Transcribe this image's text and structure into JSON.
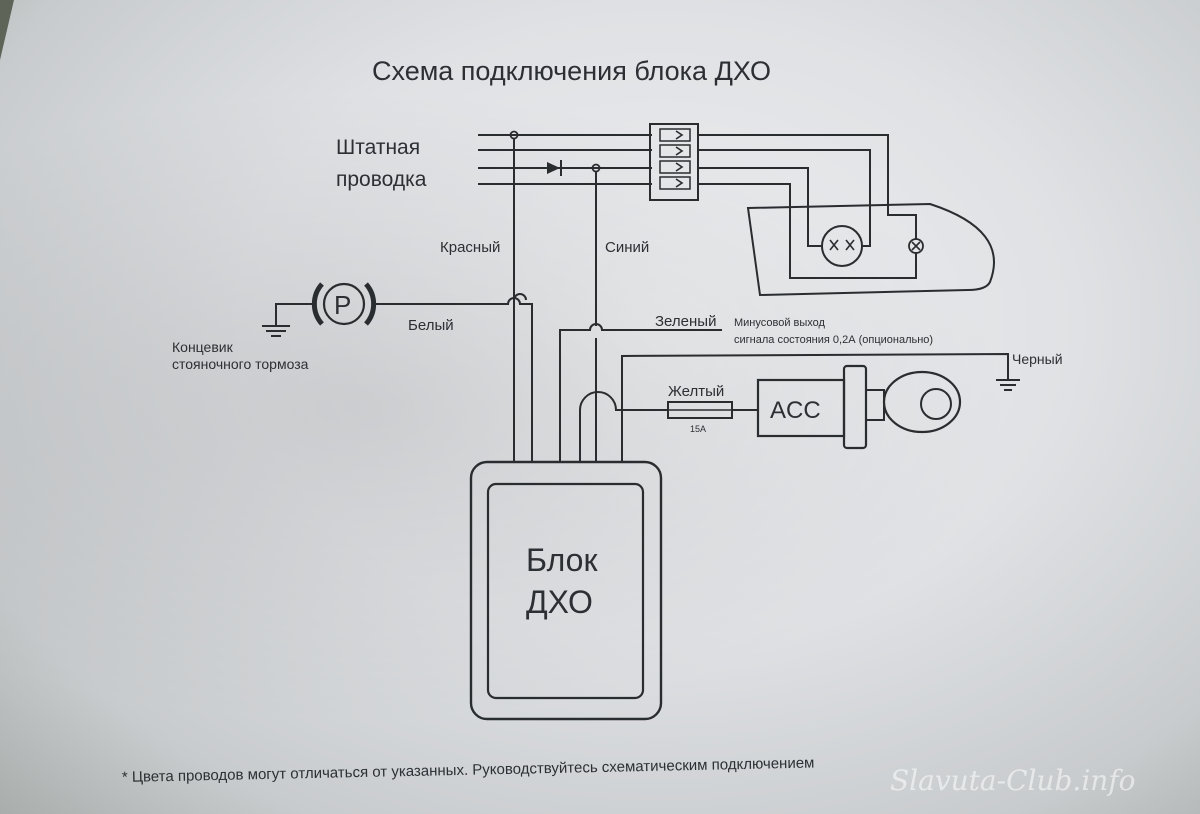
{
  "title": "Схема подключения блока ДХО",
  "labels": {
    "factory_wiring_line1": "Штатная",
    "factory_wiring_line2": "проводка",
    "red": "Красный",
    "blue": "Синий",
    "white": "Белый",
    "green": "Зеленый",
    "minus_output_line1": "Минусовой выход",
    "minus_output_line2": "сигнала состояния 0,2А (опционально)",
    "black": "Черный",
    "yellow": "Желтый",
    "fuse": "15А",
    "acc": "ACC",
    "parking_symbol": "P",
    "parking_switch_line1": "Концевик",
    "parking_switch_line2": "стояночного тормоза",
    "unit_line1": "Блок",
    "unit_line2": "ДХО"
  },
  "footnote": "* Цвета проводов могут отличаться от указанных. Руководствуйтесь схематическим подключением",
  "watermark": "Slavuta-Club.info"
}
